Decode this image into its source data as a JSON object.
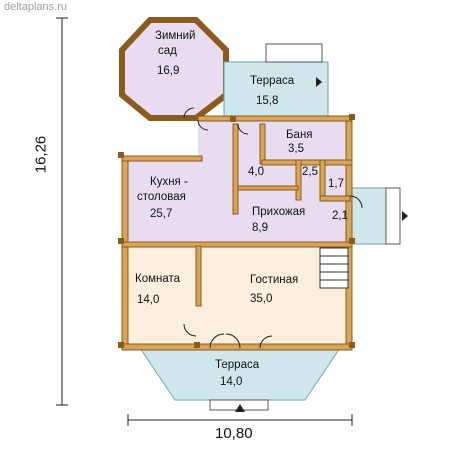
{
  "site": "deltaplans.ru",
  "dimensions": {
    "height": "16,26",
    "width": "10,80"
  },
  "rooms": {
    "winter_garden": {
      "name_line1": "Зимний",
      "name_line2": "сад",
      "area": "16,9"
    },
    "terrace_top": {
      "name": "Терраса",
      "area": "15,8"
    },
    "sauna": {
      "name": "Баня",
      "area": "3,5"
    },
    "kitchen": {
      "name_line1": "Кухня -",
      "name_line2": "столовая",
      "area": "25,7"
    },
    "small_40": {
      "area": "4,0"
    },
    "wc_25": {
      "area": "2,5"
    },
    "room_17": {
      "area": "1,7"
    },
    "hall": {
      "name": "Прихожая",
      "area": "8,9"
    },
    "vestibule": {
      "area": "2,1"
    },
    "bedroom": {
      "name": "Комната",
      "area": "14,0"
    },
    "living": {
      "name": "Гостиная",
      "area": "35,0"
    },
    "terrace_bottom": {
      "name": "Терраса",
      "area": "14,0"
    }
  },
  "colors": {
    "living_fill": "#fbeedd",
    "kitchen_fill": "#e8ddf0",
    "terrace_fill": "#cfe7ea",
    "wall_fill": "#d8a458",
    "wall_stroke": "#8a5a1e"
  }
}
